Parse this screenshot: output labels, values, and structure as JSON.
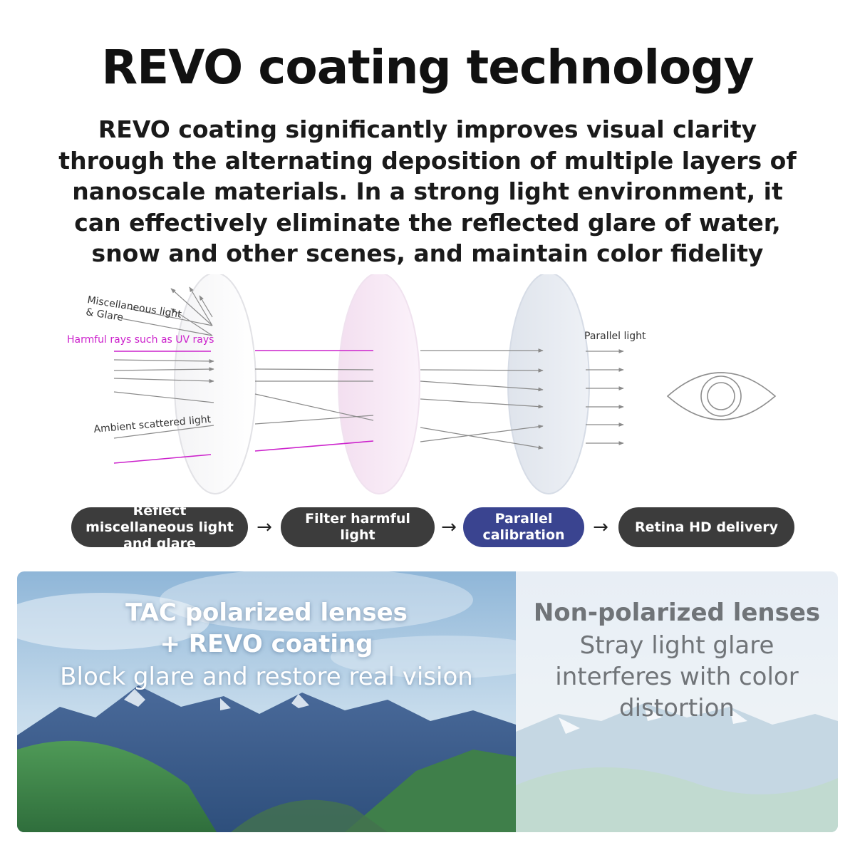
{
  "header": {
    "title": "REVO coating technology",
    "description": "REVO coating significantly improves visual clarity through the alternating deposition of multiple layers of nanoscale materials. In a strong light environment, it can effectively eliminate the reflected glare of water, snow and other scenes, and maintain color fidelity"
  },
  "diagram": {
    "label_misc": [
      "Miscellaneous light",
      "& Glare"
    ],
    "label_harmful": "Harmful rays such as UV rays",
    "label_ambient": "Ambient scattered light",
    "label_parallel": "Parallel light",
    "colors": {
      "harmful": "#cc22cc",
      "ray": "#8a8a8a"
    },
    "icons": [
      "eye-icon"
    ]
  },
  "steps": [
    {
      "label": "Reflect miscellaneous light and glare",
      "active": false
    },
    {
      "label": "Filter harmful light",
      "active": false
    },
    {
      "label": "Parallel calibration",
      "active": true
    },
    {
      "label": "Retina HD delivery",
      "active": false
    }
  ],
  "step_arrow": "→",
  "comparison": {
    "left": {
      "title": "TAC polarized lenses + REVO coating",
      "subtitle": "Block glare and restore real vision"
    },
    "right": {
      "title": "Non-polarized lenses",
      "subtitle": "Stray light glare interferes with color distortion"
    }
  },
  "colors": {
    "pill": "#3c3c3c",
    "pill_active": "#3a4490"
  }
}
